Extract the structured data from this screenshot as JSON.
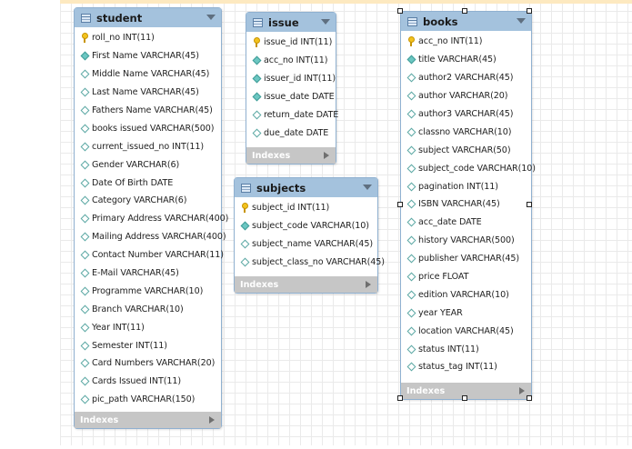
{
  "tables": {
    "student": {
      "name": "student",
      "columns": [
        {
          "text": "roll_no INT(11)",
          "icon": "primary-key-icon"
        },
        {
          "text": "First Name VARCHAR(45)",
          "icon": "column-diamond-icon"
        },
        {
          "text": "Middle Name VARCHAR(45)",
          "icon": "column-diamond-outline-icon"
        },
        {
          "text": "Last Name VARCHAR(45)",
          "icon": "column-diamond-outline-icon"
        },
        {
          "text": "Fathers Name VARCHAR(45)",
          "icon": "column-diamond-outline-icon"
        },
        {
          "text": "books issued VARCHAR(500)",
          "icon": "column-diamond-outline-icon"
        },
        {
          "text": "current_issued_no INT(11)",
          "icon": "column-diamond-outline-icon"
        },
        {
          "text": "Gender VARCHAR(6)",
          "icon": "column-diamond-outline-icon"
        },
        {
          "text": "Date Of Birth DATE",
          "icon": "column-diamond-outline-icon"
        },
        {
          "text": "Category VARCHAR(6)",
          "icon": "column-diamond-outline-icon"
        },
        {
          "text": "Primary Address VARCHAR(400)",
          "icon": "column-diamond-outline-icon"
        },
        {
          "text": "Mailing Address VARCHAR(400)",
          "icon": "column-diamond-outline-icon"
        },
        {
          "text": "Contact Number VARCHAR(11)",
          "icon": "column-diamond-outline-icon"
        },
        {
          "text": "E-Mail VARCHAR(45)",
          "icon": "column-diamond-outline-icon"
        },
        {
          "text": "Programme VARCHAR(10)",
          "icon": "column-diamond-outline-icon"
        },
        {
          "text": "Branch VARCHAR(10)",
          "icon": "column-diamond-outline-icon"
        },
        {
          "text": "Year INT(11)",
          "icon": "column-diamond-outline-icon"
        },
        {
          "text": "Semester INT(11)",
          "icon": "column-diamond-outline-icon"
        },
        {
          "text": "Card Numbers VARCHAR(20)",
          "icon": "column-diamond-outline-icon"
        },
        {
          "text": "Cards Issued INT(11)",
          "icon": "column-diamond-outline-icon"
        },
        {
          "text": "pic_path VARCHAR(150)",
          "icon": "column-diamond-outline-icon"
        }
      ],
      "footer": "Indexes"
    },
    "issue": {
      "name": "issue",
      "columns": [
        {
          "text": "issue_id INT(11)",
          "icon": "primary-key-icon"
        },
        {
          "text": "acc_no INT(11)",
          "icon": "column-diamond-icon"
        },
        {
          "text": "issuer_id INT(11)",
          "icon": "column-diamond-icon"
        },
        {
          "text": "issue_date DATE",
          "icon": "column-diamond-icon"
        },
        {
          "text": "return_date DATE",
          "icon": "column-diamond-outline-icon"
        },
        {
          "text": "due_date DATE",
          "icon": "column-diamond-outline-icon"
        }
      ],
      "footer": "Indexes"
    },
    "subjects": {
      "name": "subjects",
      "columns": [
        {
          "text": "subject_id INT(11)",
          "icon": "primary-key-icon"
        },
        {
          "text": "subject_code VARCHAR(10)",
          "icon": "column-diamond-icon"
        },
        {
          "text": "subject_name VARCHAR(45)",
          "icon": "column-diamond-outline-icon"
        },
        {
          "text": "subject_class_no VARCHAR(45)",
          "icon": "column-diamond-outline-icon"
        }
      ],
      "footer": "Indexes"
    },
    "books": {
      "name": "books",
      "columns": [
        {
          "text": "acc_no INT(11)",
          "icon": "primary-key-icon"
        },
        {
          "text": "title VARCHAR(45)",
          "icon": "column-diamond-icon"
        },
        {
          "text": "author2 VARCHAR(45)",
          "icon": "column-diamond-outline-icon"
        },
        {
          "text": "author VARCHAR(20)",
          "icon": "column-diamond-outline-icon"
        },
        {
          "text": "author3 VARCHAR(45)",
          "icon": "column-diamond-outline-icon"
        },
        {
          "text": "classno VARCHAR(10)",
          "icon": "column-diamond-outline-icon"
        },
        {
          "text": "subject VARCHAR(50)",
          "icon": "column-diamond-outline-icon"
        },
        {
          "text": "subject_code VARCHAR(10)",
          "icon": "column-diamond-outline-icon"
        },
        {
          "text": "pagination INT(11)",
          "icon": "column-diamond-outline-icon"
        },
        {
          "text": "ISBN VARCHAR(45)",
          "icon": "column-diamond-outline-icon"
        },
        {
          "text": "acc_date DATE",
          "icon": "column-diamond-outline-icon"
        },
        {
          "text": "history VARCHAR(500)",
          "icon": "column-diamond-outline-icon"
        },
        {
          "text": "publisher VARCHAR(45)",
          "icon": "column-diamond-outline-icon"
        },
        {
          "text": "price FLOAT",
          "icon": "column-diamond-outline-icon"
        },
        {
          "text": "edition VARCHAR(10)",
          "icon": "column-diamond-outline-icon"
        },
        {
          "text": "year YEAR",
          "icon": "column-diamond-outline-icon"
        },
        {
          "text": "location VARCHAR(45)",
          "icon": "column-diamond-outline-icon"
        },
        {
          "text": "status INT(11)",
          "icon": "column-diamond-outline-icon"
        },
        {
          "text": "status_tag INT(11)",
          "icon": "column-diamond-outline-icon"
        }
      ],
      "footer": "Indexes"
    }
  },
  "colors": {
    "header": "#a4c2dd",
    "footer": "#c6c6c6",
    "primary_key": "#f2c21e",
    "column_marker": "#6cc7c2",
    "grid": "#eaeaea",
    "top_stripe": "#fde9c0"
  }
}
